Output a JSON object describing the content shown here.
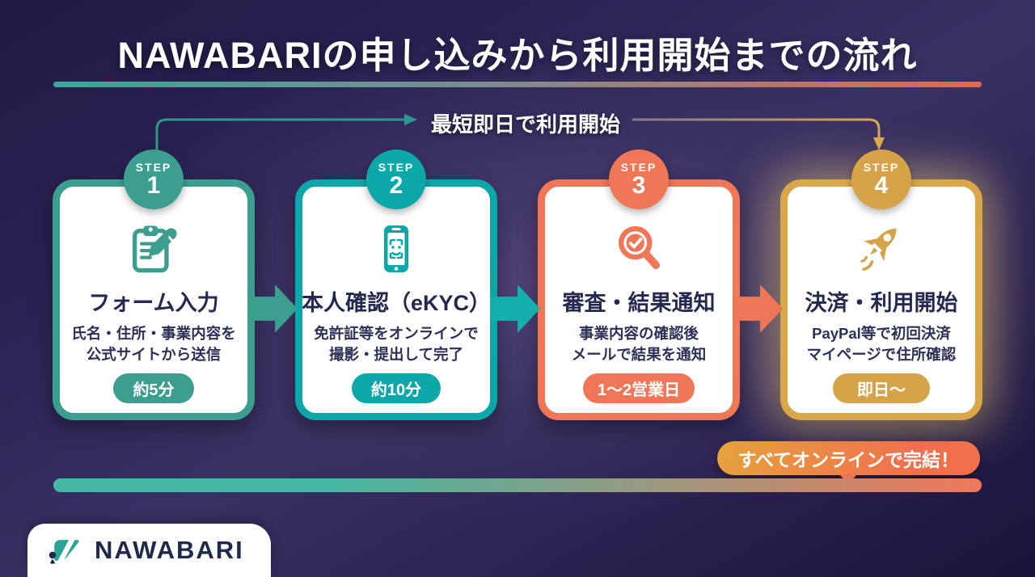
{
  "title": "NAWABARIの申し込みから利用開始までの流れ",
  "flow_annotation": "最短即日で利用開始",
  "steps": [
    {
      "step_label": "STEP",
      "number": "1",
      "title": "フォーム入力",
      "desc_line1": "氏名・住所・事業内容を",
      "desc_line2": "公式サイトから送信",
      "badge": "約5分",
      "icon": "clipboard-pencil-icon",
      "color": "#3b9e8e"
    },
    {
      "step_label": "STEP",
      "number": "2",
      "title": "本人確認（eKYC）",
      "desc_line1": "免許証等をオンラインで",
      "desc_line2": "撮影・提出して完了",
      "badge": "約10分",
      "icon": "phone-face-scan-icon",
      "color": "#0ba7a9"
    },
    {
      "step_label": "STEP",
      "number": "3",
      "title": "審査・結果通知",
      "desc_line1": "事業内容の確認後",
      "desc_line2": "メールで結果を通知",
      "badge": "1〜2営業日",
      "icon": "magnifier-check-icon",
      "color": "#ef7757"
    },
    {
      "step_label": "STEP",
      "number": "4",
      "title": "決済・利用開始",
      "desc_line1": "PayPal等で初回決済",
      "desc_line2": "マイページで住所確認",
      "badge": "即日〜",
      "icon": "rocket-icon",
      "color": "#d5a348"
    }
  ],
  "completion_badge": "すべてオンラインで完結！",
  "logo": {
    "text": "NAWABARI",
    "mark": "nawabari-logo-mark"
  },
  "colors": {
    "background_dark": "#1b1438",
    "background_light": "#4a3e70",
    "teal_step1": "#3b9e8e",
    "teal_step2": "#0ba7a9",
    "orange_step3": "#ef7757",
    "gold_step4": "#d5a348",
    "divider_gradient_start": "#38a89a",
    "divider_gradient_end": "#f0785a",
    "card_background": "#ffffff",
    "heading_text": "#23294f",
    "body_text": "#2b3157"
  }
}
